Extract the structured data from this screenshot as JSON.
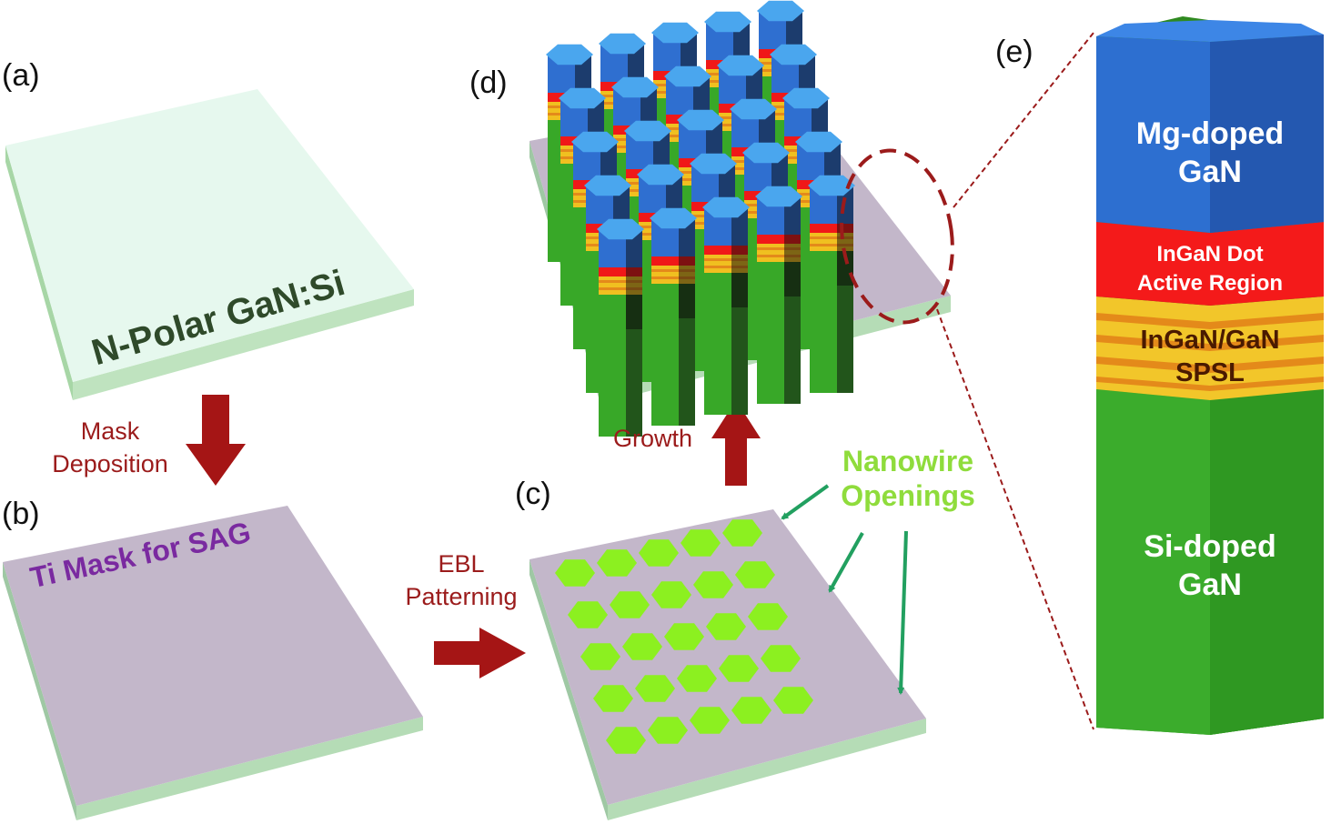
{
  "panels": {
    "a": "(a)",
    "b": "(b)",
    "c": "(c)",
    "d": "(d)",
    "e": "(e)"
  },
  "substrate_labels": {
    "a": "N-Polar GaN:Si",
    "b": "Ti Mask for SAG"
  },
  "steps": {
    "mask_deposition": [
      "Mask",
      "Deposition"
    ],
    "ebl_patterning": [
      "EBL",
      "Patterning"
    ],
    "growth": "Growth"
  },
  "openings_label": [
    "Nanowire",
    "Openings"
  ],
  "nanowire_layers": {
    "top": [
      "Mg-doped",
      "GaN"
    ],
    "active": [
      "InGaN Dot",
      "Active Region"
    ],
    "spsl": [
      "InGaN/GaN",
      "SPSL"
    ],
    "bottom": [
      "Si-doped",
      "GaN"
    ]
  },
  "colors": {
    "gan_substrate": "#e8f8ee",
    "ti_mask": "#c3b6c9",
    "opening": "#8cf020",
    "mg_gan": "#2f6fd0",
    "active": "#f01818",
    "spsl": "#f0c020",
    "si_gan": "#38a828",
    "arrow": "#a01010",
    "label_green": "#8fdc3c",
    "label_dark_green": "#2f4a2a",
    "label_purple": "#7a2aa0"
  }
}
